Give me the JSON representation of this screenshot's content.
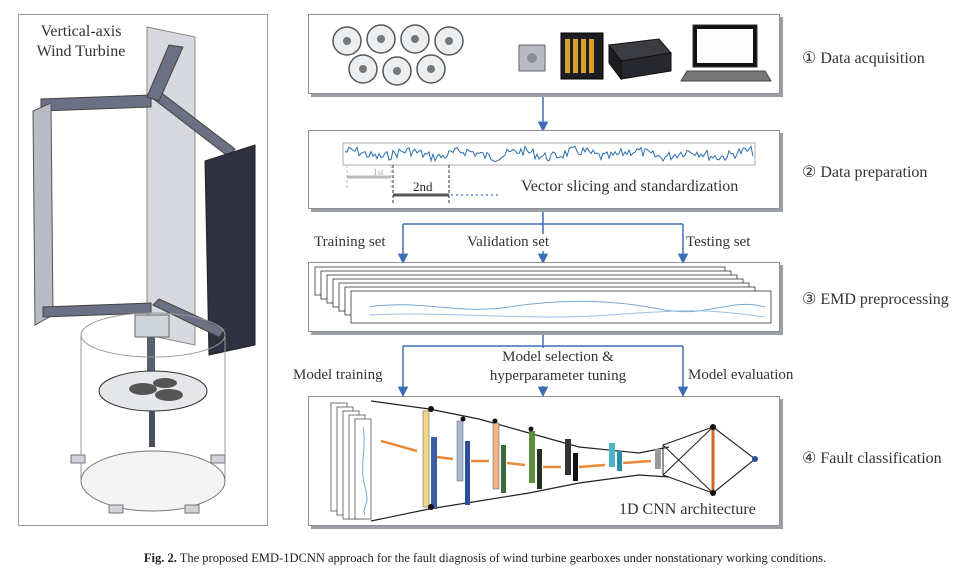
{
  "turbine": {
    "title": "Vertical-axis Wind Turbine"
  },
  "steps": [
    {
      "label": "① Data acquisition"
    },
    {
      "label": "② Data preparation"
    },
    {
      "label": "③ EMD preprocessing"
    },
    {
      "label": "④ Fault classification"
    }
  ],
  "preparation": {
    "caption": "Vector slicing and standardization",
    "slice_1": "1st",
    "slice_2": "2nd"
  },
  "splits": {
    "training": "Training set",
    "validation": "Validation set",
    "testing": "Testing set"
  },
  "model": {
    "training": "Model training",
    "selection_line1": "Model selection &",
    "selection_line2": "hyperparameter tuning",
    "evaluation": "Model evaluation",
    "architecture": "1D CNN architecture"
  },
  "figure": {
    "label": "Fig. 2.",
    "caption": "The proposed EMD-1DCNN approach for the fault diagnosis of wind turbine gearboxes under nonstationary working conditions."
  },
  "colors": {
    "arrow": "#3e6fb5",
    "signal": "#2a6fb0",
    "orange_arrow": "#e8893a"
  }
}
